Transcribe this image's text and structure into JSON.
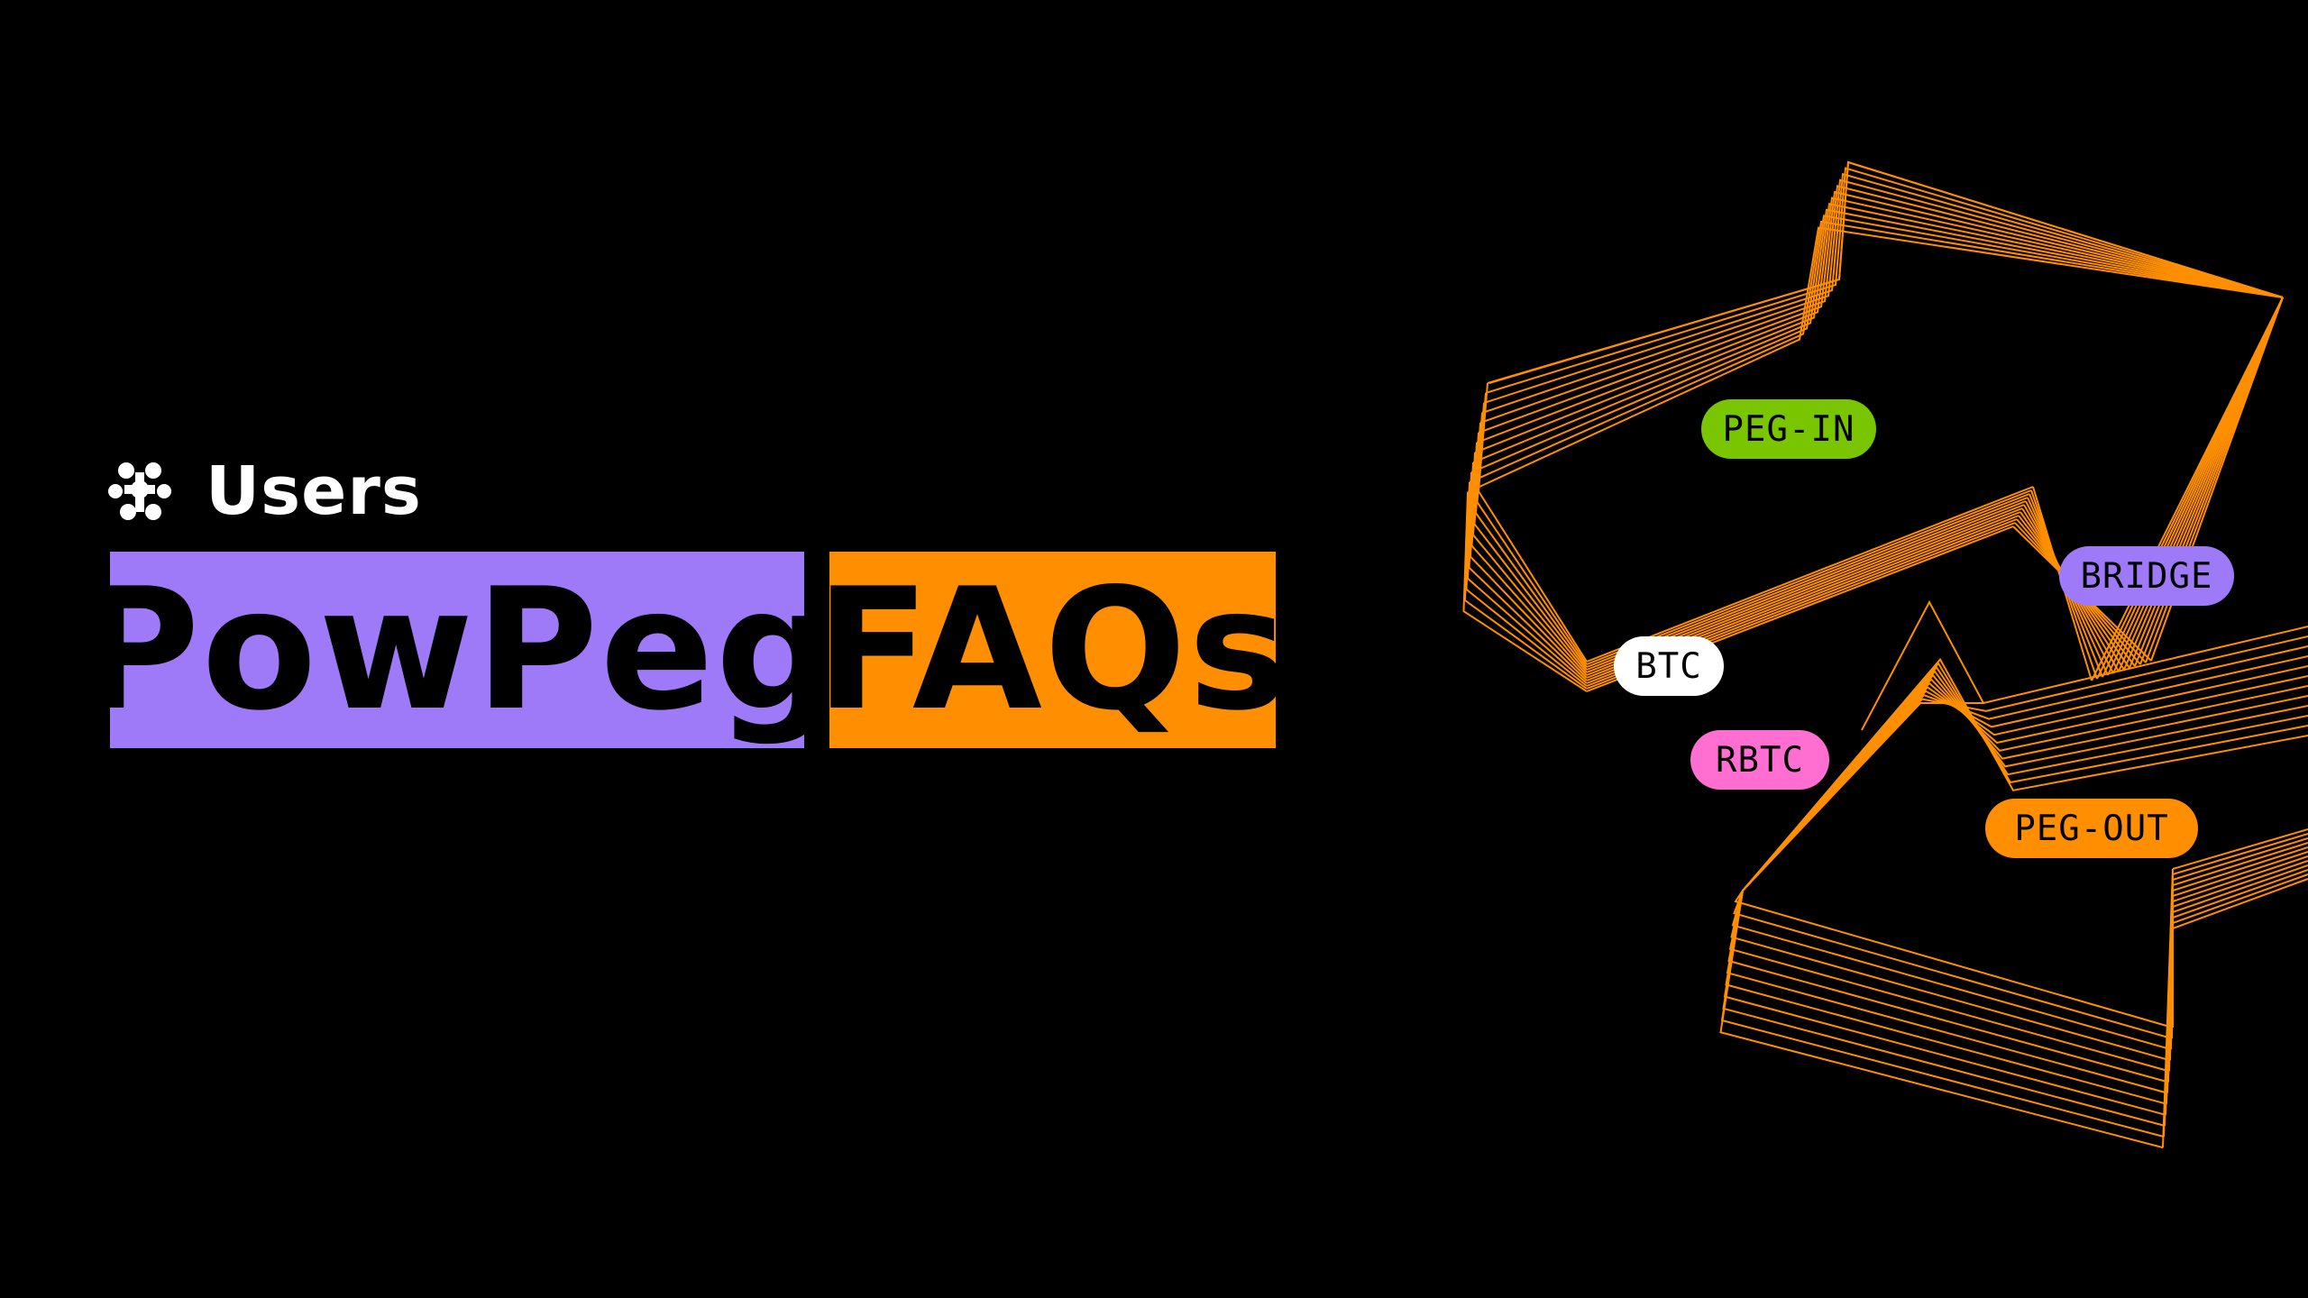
{
  "header": {
    "category_label": "Users",
    "category_icon": "cluster-dots-icon"
  },
  "title": {
    "word_1": "PowPeg",
    "word_2": "FAQs"
  },
  "tags": {
    "peg_in": "PEG-IN",
    "bridge": "BRIDGE",
    "btc": "BTC",
    "rbtc": "RBTC",
    "peg_out": "PEG-OUT"
  },
  "colors": {
    "background": "#000000",
    "purple": "#9f7af8",
    "orange": "#ff8f00",
    "green": "#79c600",
    "white": "#ffffff",
    "pink": "#ff6ed0",
    "line_orange": "#ff8f00"
  }
}
